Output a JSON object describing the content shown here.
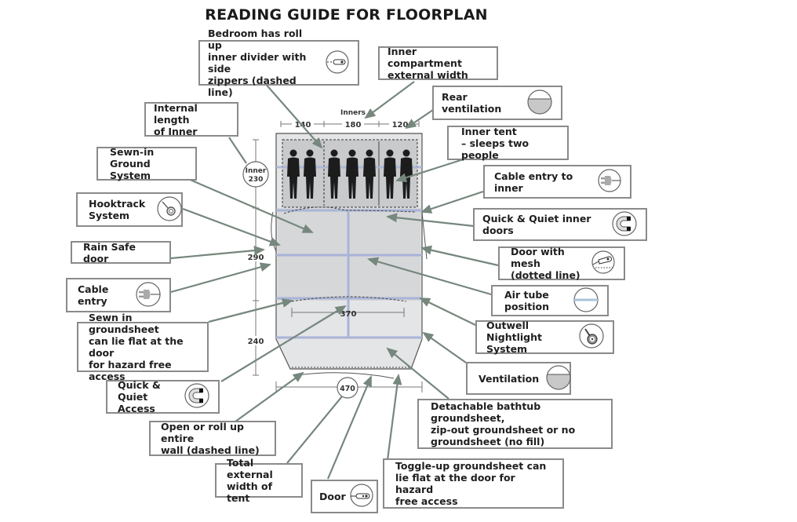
{
  "title": "READING GUIDE FOR FLOORPLAN",
  "colors": {
    "callout_border": "#8a8a8a",
    "arrow": "#76877d",
    "inner_fill": "#c9cacc",
    "living_fill": "#d6d7d9",
    "porch_fill": "#e4e5e6",
    "air_tube": "#a9b4d6",
    "figure": "#1c1c1c"
  },
  "callouts": {
    "bedroom_divider": {
      "text": "Bedroom has roll up\ninner divider with side\nzippers (dashed line)",
      "icon": "zip-toggle-icon"
    },
    "inner_width": {
      "text": "Inner compartment\nexternal width"
    },
    "rear_ventilation": {
      "text": "Rear ventilation",
      "icon": "ventilation-icon"
    },
    "internal_length": {
      "text": "Internal length\nof Inner"
    },
    "inner_tent": {
      "text": "Inner tent\n– sleeps two people"
    },
    "sewn_in_ground": {
      "text": "Sewn-in Ground\nSystem"
    },
    "cable_entry_inner": {
      "text": "Cable entry to inner",
      "icon": "plug-icon"
    },
    "hooktrack": {
      "text": "Hooktrack\nSystem",
      "icon": "hook-icon"
    },
    "quick_quiet_inner": {
      "text": "Quick & Quiet inner doors",
      "icon": "magnet-icon"
    },
    "rain_safe": {
      "text": "Rain Safe door"
    },
    "door_mesh": {
      "text": "Door with mesh\n(dotted line)",
      "icon": "door-mesh-icon"
    },
    "cable_entry": {
      "text": "Cable entry",
      "icon": "plug-icon"
    },
    "air_tube": {
      "text": "Air tube position",
      "icon": "air-tube-icon"
    },
    "sewn_groundsheet": {
      "text": "Sewn in groundsheet\ncan lie flat at the door\nfor hazard free access"
    },
    "nightlight": {
      "text": "Outwell Nightlight\nSystem",
      "icon": "nightlight-icon"
    },
    "ventilation": {
      "text": "Ventilation",
      "icon": "ventilation-icon"
    },
    "quick_quiet_access": {
      "text": "Quick & Quiet\nAccess",
      "icon": "magnet-icon"
    },
    "bathtub": {
      "text": "Detachable bathtub groundsheet,\nzip-out groundsheet or no\ngroundsheet (no fill)"
    },
    "roll_up_wall": {
      "text": "Open or roll up entire\nwall (dashed line)"
    },
    "total_width": {
      "text": "Total external\nwidth of tent"
    },
    "toggle_up": {
      "text": "Toggle-up groundsheet can\nlie flat at the door for hazard\nfree access"
    },
    "door": {
      "text": "Door",
      "icon": "door-toggle-icon"
    }
  },
  "dimensions": {
    "inners_label": "Inners",
    "inner_widths": [
      "140",
      "180",
      "120"
    ],
    "inner_length_label": "Inner",
    "inner_length": "230",
    "living_length": "290",
    "porch_length": "240",
    "living_width": "370",
    "total_width": "470"
  },
  "floorplan": {
    "inner_compartments": 3,
    "people_icons": 7
  }
}
